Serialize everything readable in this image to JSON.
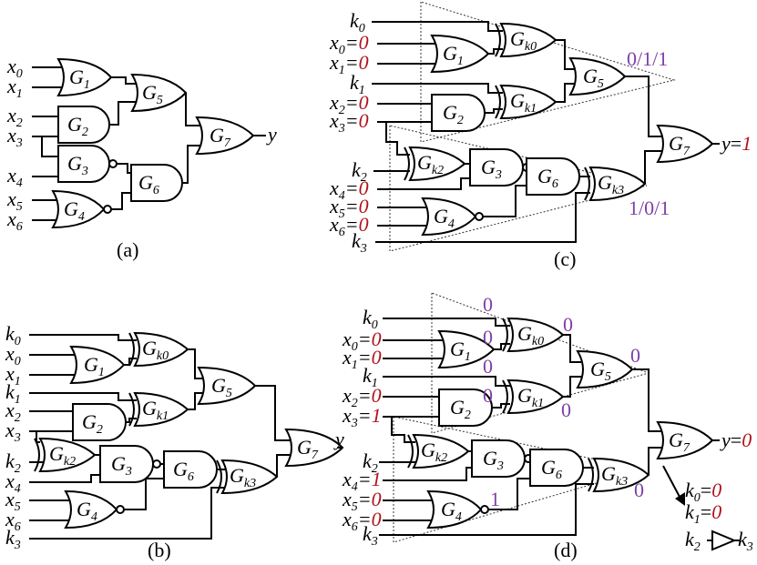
{
  "colors": {
    "value_red": "#b3121b",
    "annotation_purple": "#7e3fa6",
    "ink": "#000000"
  },
  "captions": {
    "a": "(a)",
    "b": "(b)",
    "c": "(c)",
    "d": "(d)"
  },
  "inputs": {
    "x0": [
      "x",
      "0"
    ],
    "x1": [
      "x",
      "1"
    ],
    "x2": [
      "x",
      "2"
    ],
    "x3": [
      "x",
      "3"
    ],
    "x4": [
      "x",
      "4"
    ],
    "x5": [
      "x",
      "5"
    ],
    "x6": [
      "x",
      "6"
    ],
    "k0": [
      "k",
      "0"
    ],
    "k1": [
      "k",
      "1"
    ],
    "k2": [
      "k",
      "2"
    ],
    "k3": [
      "k",
      "3"
    ]
  },
  "gates": {
    "G1": [
      "G",
      "1"
    ],
    "G2": [
      "G",
      "2"
    ],
    "G3": [
      "G",
      "3"
    ],
    "G4": [
      "G",
      "4"
    ],
    "G5": [
      "G",
      "5"
    ],
    "G6": [
      "G",
      "6"
    ],
    "G7": [
      "G",
      "7"
    ],
    "Gk0": [
      "G",
      "k0"
    ],
    "Gk1": [
      "G",
      "k1"
    ],
    "Gk2": [
      "G",
      "k2"
    ],
    "Gk3": [
      "G",
      "k3"
    ]
  },
  "output": {
    "name": "y"
  },
  "panel_c": {
    "x0": "0",
    "x1": "0",
    "x2": "0",
    "x3": "0",
    "x4": "0",
    "x5": "0",
    "x6": "0",
    "y": "1",
    "upper_annotation": "0/1/1",
    "lower_annotation": "1/0/1"
  },
  "panel_d": {
    "x0": "0",
    "x1": "0",
    "x2": "0",
    "x3": "1",
    "x4": "1",
    "x5": "0",
    "x6": "0",
    "y": "0",
    "annotations": {
      "k0_top": "0",
      "g1_out": "0",
      "gk0_out": "0",
      "k1_top": "0",
      "g2_out": "0",
      "gk1_out": "0",
      "g5_out": "0",
      "g4_out": "1",
      "gk3_out": "0"
    },
    "result_k0": "0",
    "result_k1": "0"
  }
}
